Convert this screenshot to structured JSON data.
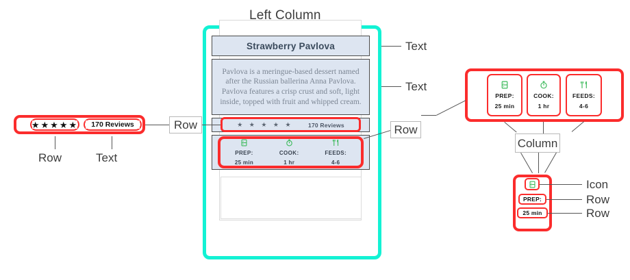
{
  "header": {
    "title": "Left Column"
  },
  "card": {
    "title": "Strawberry Pavlova",
    "description": "Pavlova is a meringue-based dessert named after the Russian ballerina Anna Pavlova. Pavlova features a crisp crust and soft, light inside, topped with fruit and whipped cream.",
    "rating": {
      "stars": "★ ★ ★ ★ ★",
      "reviews": "170 Reviews"
    },
    "stats": [
      {
        "icon": "prep-board-icon",
        "label": "PREP:",
        "value": "25 min"
      },
      {
        "icon": "stopwatch-icon",
        "label": "COOK:",
        "value": "1 hr"
      },
      {
        "icon": "fork-knife-icon",
        "label": "FEEDS:",
        "value": "4-6"
      }
    ]
  },
  "annotations": {
    "left": {
      "stars": "★★★★★",
      "reviews": "170 Reviews",
      "label_row_under_stars": "Row",
      "label_text_under_reviews": "Text"
    },
    "center": {
      "row_label": "Row"
    },
    "right": {
      "text_label_title": "Text",
      "text_label_description": "Text",
      "row_label_stats": "Row",
      "column_label": "Column",
      "icon_label": "Icon",
      "row_label_prep": "Row",
      "row_label_time": "Row",
      "detail": {
        "label": "PREP:",
        "value": "25 min",
        "icon": "prep-board-icon"
      }
    }
  },
  "colors": {
    "highlight_red": "#fb2c2c",
    "container_cyan": "#13f2d4",
    "icon_green": "#3dba5b",
    "panel_blue": "#dde5f1"
  }
}
